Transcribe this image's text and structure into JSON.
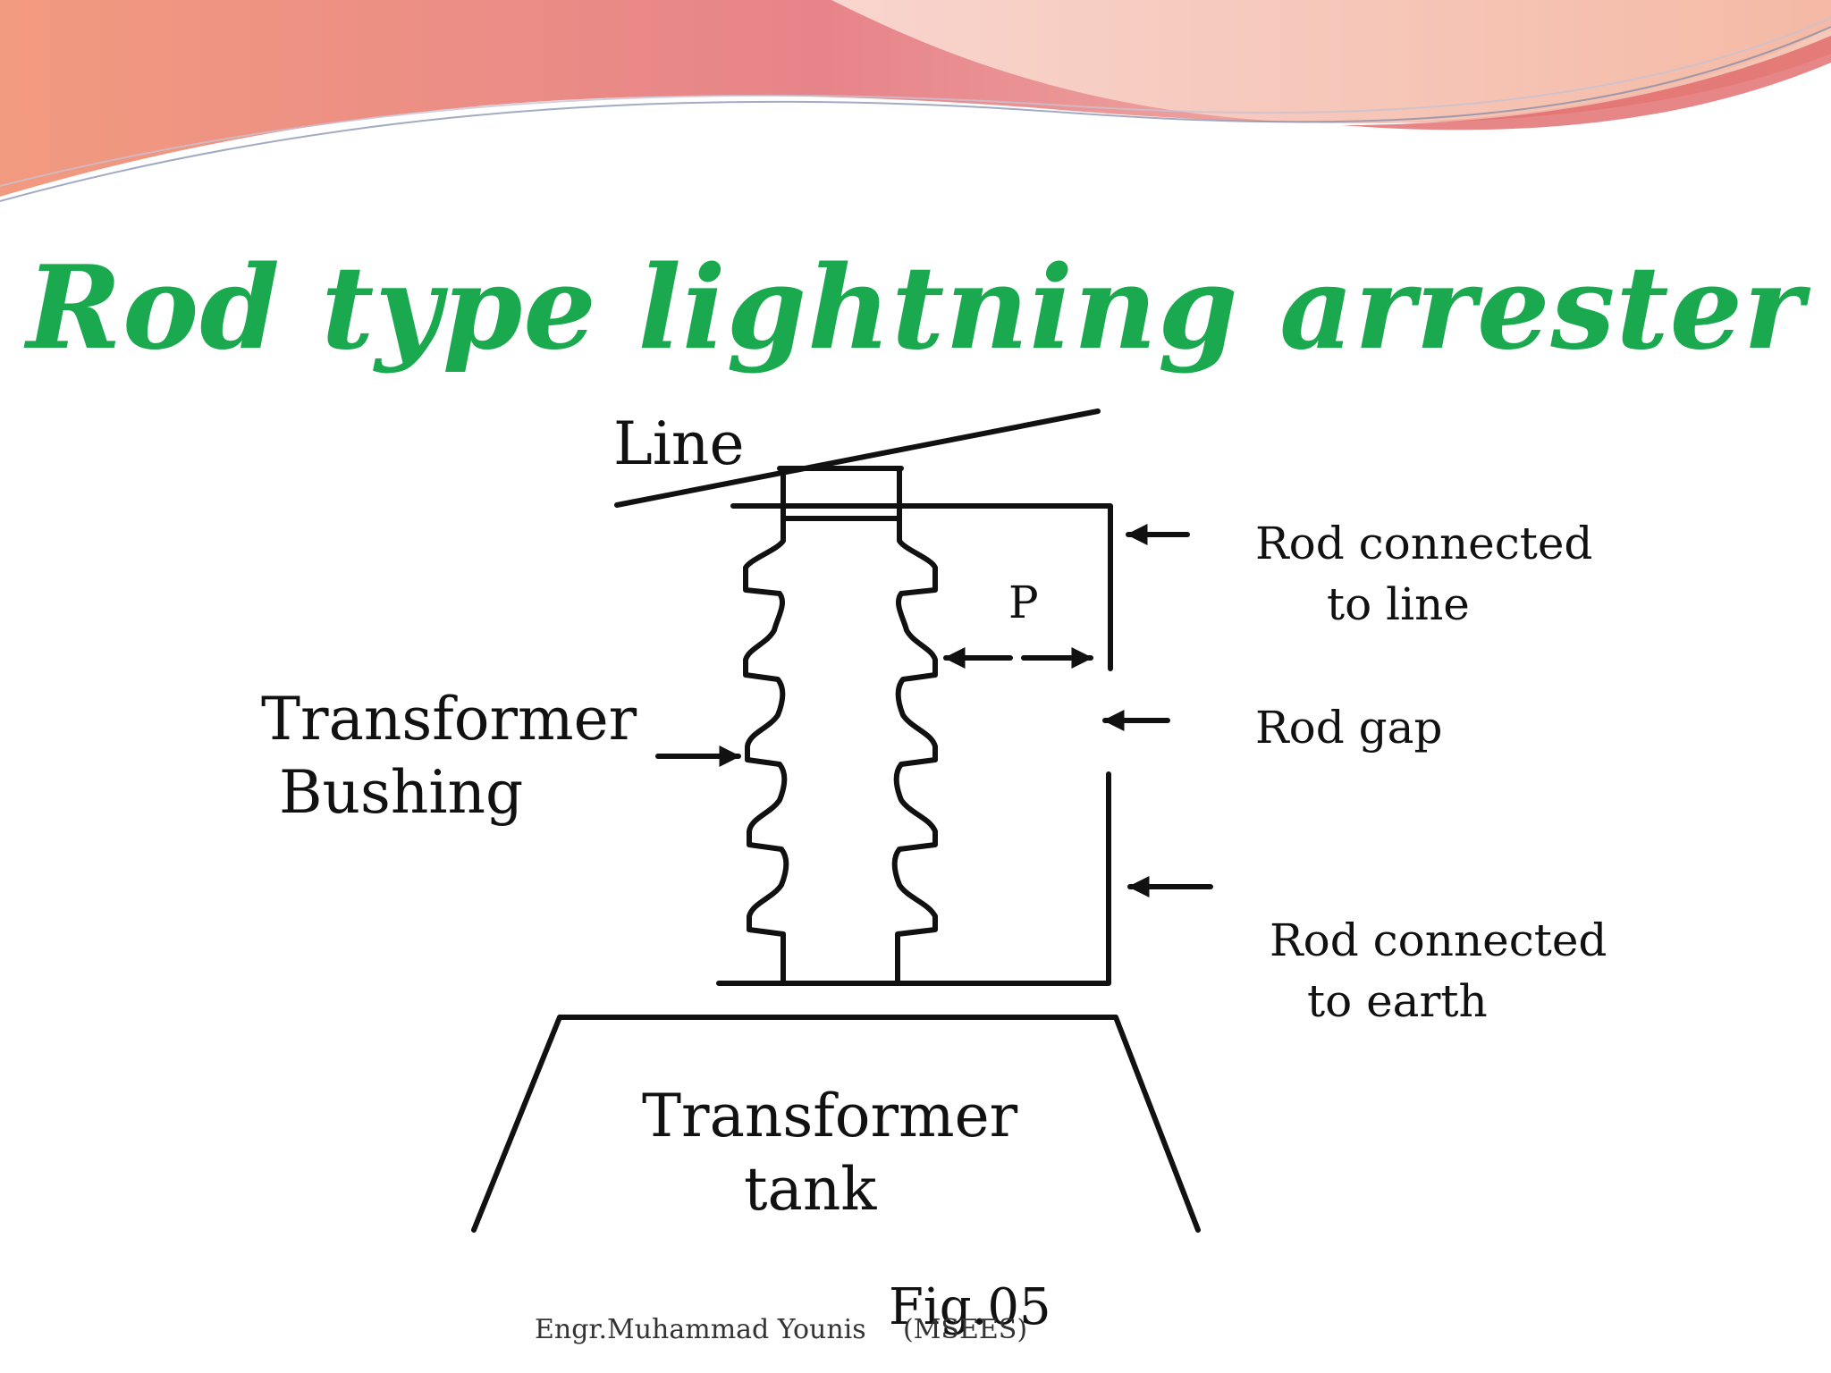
{
  "slide": {
    "title": "Rod type lightning arrester",
    "footer_author": "Engr.Muhammad Younis",
    "footer_degree": "(MSEES)",
    "figure_label": "Fig.05",
    "colors": {
      "title": "#1aa94f",
      "banner_dark": "#d9737a",
      "banner_light": "#f4a58a",
      "banner_fade": "#f7d2c6",
      "line_ink": "#111111"
    }
  },
  "diagram": {
    "labels": {
      "line": "Line",
      "p_gap": "P",
      "rod_line_1": "Rod connected",
      "rod_line_2": "to line",
      "rod_gap": "Rod gap",
      "rod_earth_1": "Rod connected",
      "rod_earth_2": "to earth",
      "bushing_1": "Transformer",
      "bushing_2": "Bushing",
      "tank_1": "Transformer",
      "tank_2": "tank"
    }
  }
}
